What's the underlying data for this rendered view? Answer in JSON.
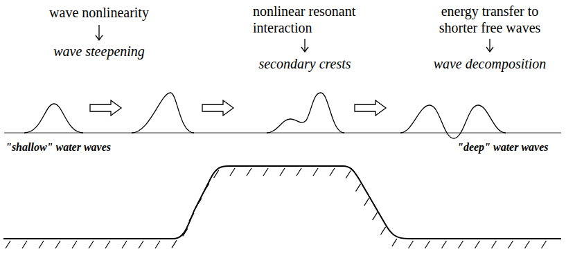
{
  "diagram": {
    "labels": [
      "wave nonlinearity",
      "wave steepening",
      "nonlinear resonant interaction",
      "secondary crests",
      "energy transfer to shorter free waves",
      "wave decomposition",
      "\"shallow\" water waves",
      "\"deep\" water waves"
    ]
  }
}
